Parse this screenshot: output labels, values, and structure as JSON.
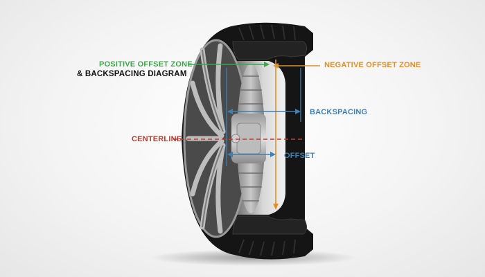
{
  "labels": {
    "positive_offset_zone": "POSITIVE OFFSET ZONE",
    "title_line": "& BACKSPACING DIAGRAM",
    "negative_offset_zone": "NEGATIVE OFFSET ZONE",
    "backspacing": "BACKSPACING",
    "centerline": "CENTERLINE",
    "offset": "OFFSET"
  },
  "colors": {
    "positive": "#3aa845",
    "negative": "#e0902a",
    "measure": "#3f7fb2",
    "centerline": "#c0392b",
    "title": "#111111"
  }
}
